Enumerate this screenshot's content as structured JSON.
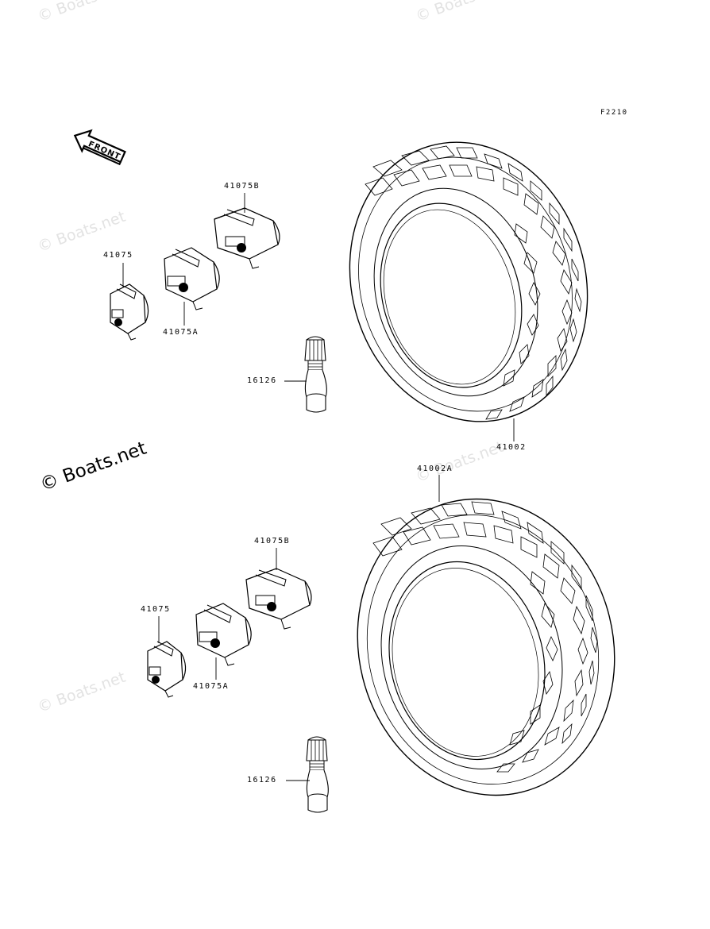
{
  "figure_code": "F2210",
  "front_label": "FRONT",
  "watermark": "© Boats.net",
  "callouts": {
    "upper_tire": "41002",
    "lower_tire": "41002A",
    "upper_weight": "41075",
    "upper_weight_a": "41075A",
    "upper_weight_b": "41075B",
    "upper_valve": "16126",
    "lower_weight": "41075",
    "lower_weight_a": "41075A",
    "lower_weight_b": "41075B",
    "lower_valve": "16126"
  }
}
